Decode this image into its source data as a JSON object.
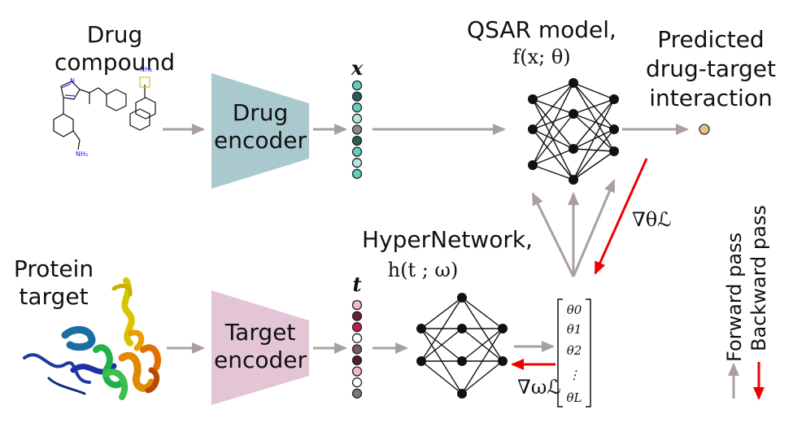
{
  "labels": {
    "drug_compound_1": "Drug",
    "drug_compound_2": "compound",
    "protein_target_1": "Protein",
    "protein_target_2": "target",
    "drug_encoder_1": "Drug",
    "drug_encoder_2": "encoder",
    "target_encoder_1": "Target",
    "target_encoder_2": "encoder",
    "x_var": "x",
    "t_var": "t",
    "qsar_title": "QSAR model,",
    "qsar_func": "f(x; θ)",
    "predicted_1": "Predicted",
    "predicted_2": "drug-target",
    "predicted_3": "interaction",
    "hyper_title": "HyperNetwork,",
    "hyper_func": "h(t ; ω)",
    "grad_theta": "∇θℒ",
    "grad_omega": "∇ωℒ",
    "forward_pass": "Forward pass",
    "backward_pass": "Backward pass",
    "theta_entries": [
      "θ0",
      "θ1",
      "θ2",
      "⋮",
      "θL"
    ]
  },
  "colors": {
    "arrow_gray": "#a9a09e",
    "arrow_red": "#ee0000",
    "drug_encoder_fill": "#a9c9cf",
    "target_encoder_fill": "#e3c5d6",
    "output_node": "#e9c08a",
    "drug_vector": [
      "#63cfc0",
      "#2a5f57",
      "#63cfc0",
      "#b3e7e0",
      "#8a8a8a",
      "#2a5f57",
      "#63cfc0",
      "#b3e7e0",
      "#63cfc0"
    ],
    "target_vector": [
      "#f3b9d2",
      "#6b1f34",
      "#c11c52",
      "#ffffff",
      "#7a5a6a",
      "#5a1a2c",
      "#f3b9d2",
      "#ffffff",
      "#7a7a7a"
    ]
  }
}
